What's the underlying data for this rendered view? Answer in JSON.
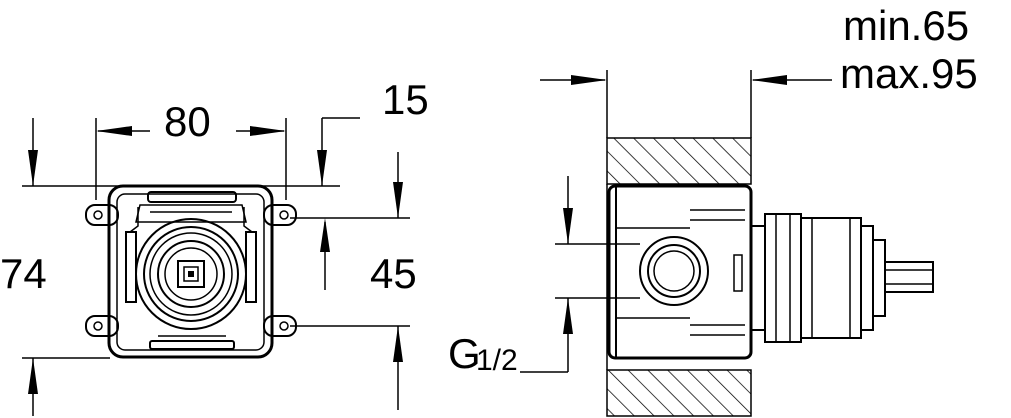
{
  "dimensions": {
    "width": "80",
    "offset": "15",
    "height": "74",
    "mount_spacing": "45",
    "min_depth": "min.65",
    "max_depth": "max.95",
    "thread_main": "G",
    "thread_frac": "1/2"
  }
}
